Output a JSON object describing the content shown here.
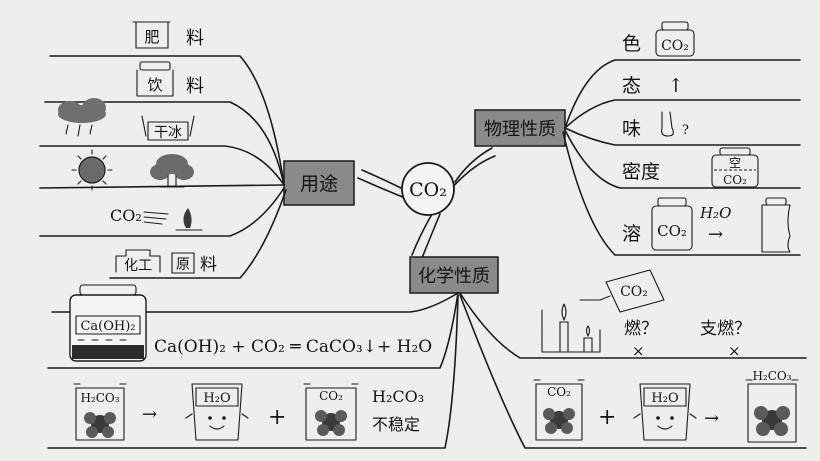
{
  "center": {
    "label": "CO₂"
  },
  "branches": {
    "uses": {
      "label": "用途",
      "items": [
        {
          "jar_text": "肥",
          "text": "料"
        },
        {
          "jar_text": "饮",
          "text": "料"
        },
        {
          "ice_text": "干冰"
        },
        {
          "co2": "CO₂"
        },
        {
          "box1": "化工",
          "box2": "原",
          "text": "料"
        }
      ]
    },
    "physical": {
      "label": "物理性质",
      "items": [
        {
          "text": "色",
          "jar_text": "CO₂"
        },
        {
          "text": "态",
          "arrow": "↑"
        },
        {
          "text": "味",
          "mark": "?"
        },
        {
          "text": "密度",
          "top": "空",
          "bottom": "CO₂"
        },
        {
          "text": "溶",
          "jar_text": "CO₂",
          "water": "H₂O",
          "arrow": "→"
        }
      ]
    },
    "chemical": {
      "label": "化学性质",
      "items": [
        {
          "jar_text": "Ca(OH)₂",
          "equation": "Ca(OH)₂ + CO₂ ═ CaCO₃↓+ H₂O"
        },
        {
          "jar1": "H₂CO₃",
          "arrow": "→",
          "cup": "H₂O",
          "plus": "+",
          "jar2": "CO₂",
          "formula": "H₂CO₃",
          "note": "不稳定"
        },
        {
          "bubble": "CO₂",
          "q1": "燃？",
          "q2": "支燃？",
          "x1": "×",
          "x2": "×"
        },
        {
          "jar1": "CO₂",
          "plus": "+",
          "cup": "H₂O",
          "arrow": "→",
          "jar2": "H₂CO₃"
        }
      ]
    }
  }
}
